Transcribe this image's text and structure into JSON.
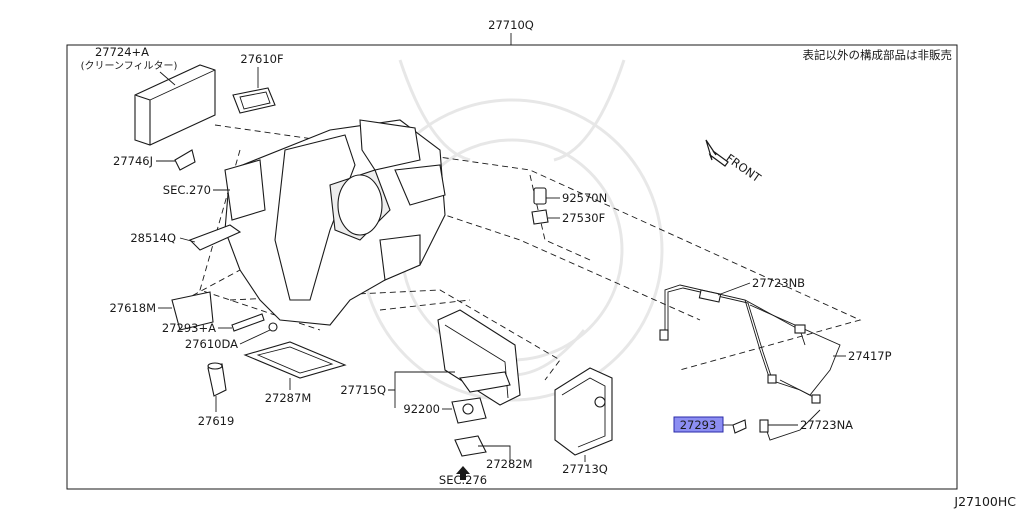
{
  "notice": "表記以外の構成部品は非販売",
  "diagram_code": "J27100HC",
  "front_label": "FRONT",
  "parts": {
    "p27710Q": "27710Q",
    "p27724A": "27724+A",
    "p27724A_desc": "(クリーンフィルター)",
    "p27610F": "27610F",
    "p27746J": "27746J",
    "sec270": "SEC.270",
    "p28514Q": "28514Q",
    "p27618M": "27618M",
    "p27293A": "27293+A",
    "p27610DA": "27610DA",
    "p27619": "27619",
    "p27287M": "27287M",
    "p27715Q": "27715Q",
    "p92200": "92200",
    "p27282M": "27282M",
    "sec276": "SEC.276",
    "p27713Q": "27713Q",
    "p92570N": "92570N",
    "p27530F": "27530F",
    "p27723NB": "27723NB",
    "p27417P": "27417P",
    "p27293": "27293",
    "p27723NA": "27723NA"
  }
}
